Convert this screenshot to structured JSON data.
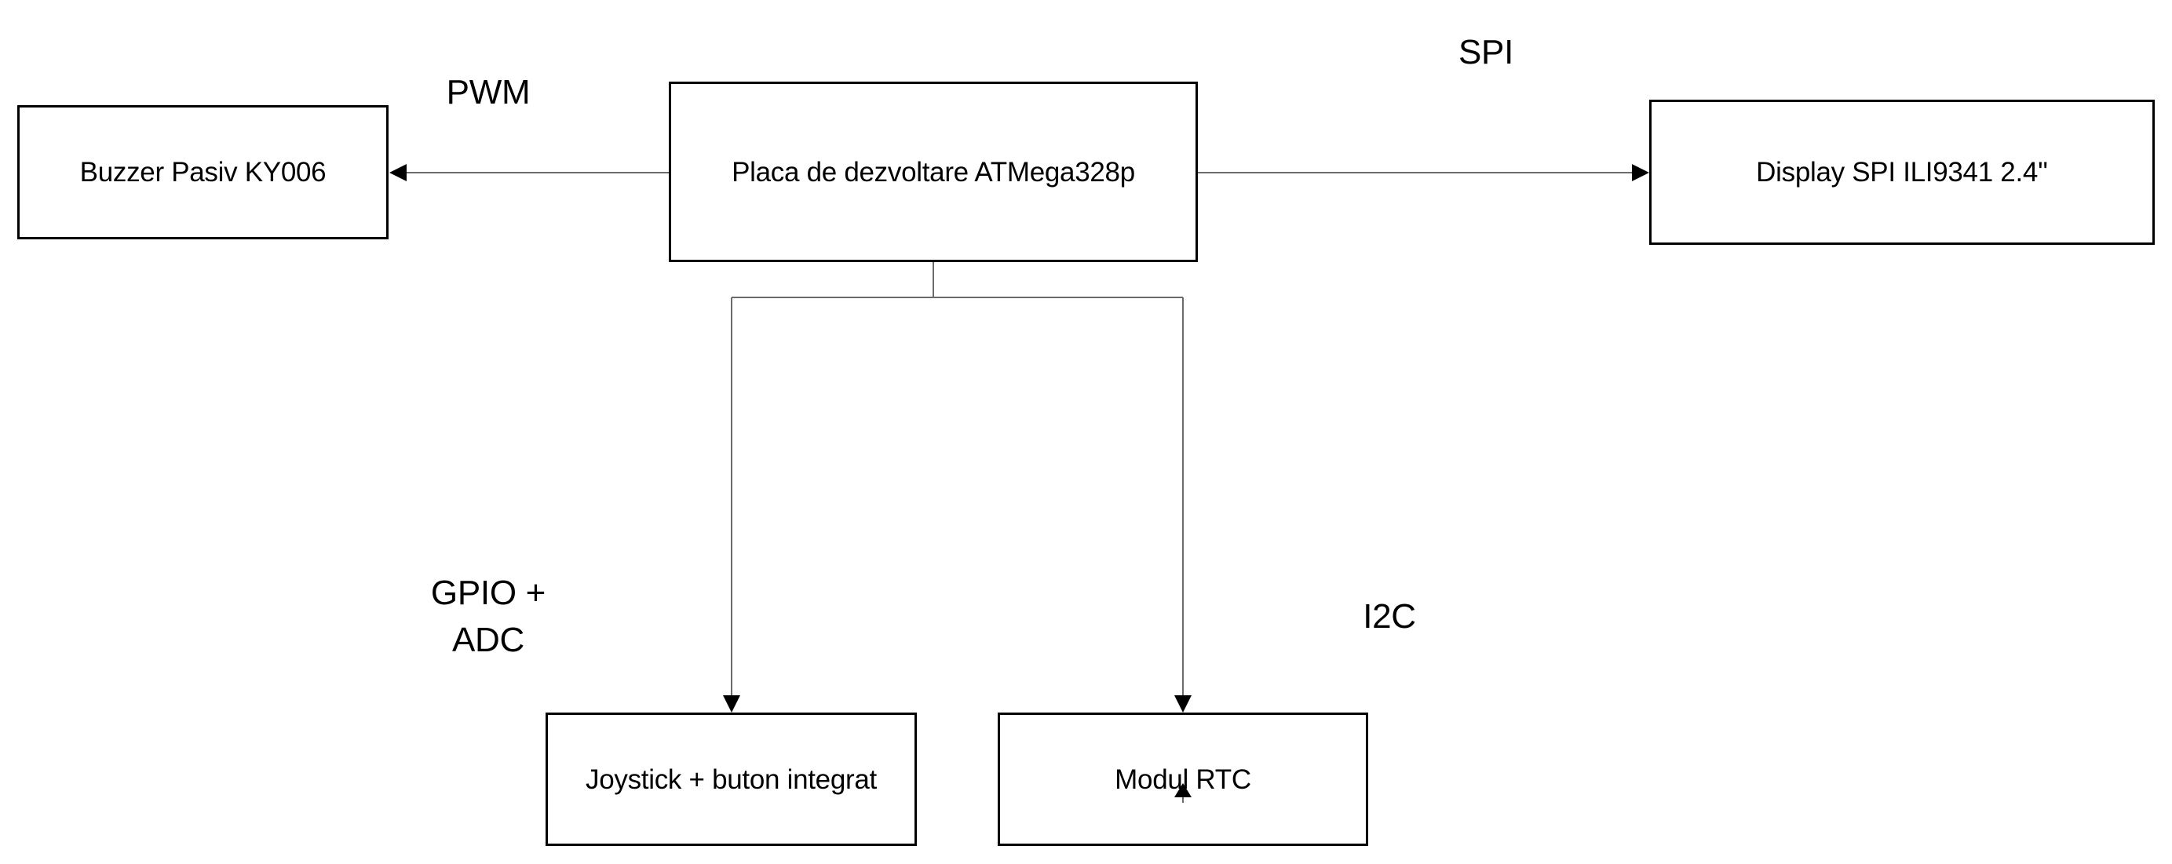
{
  "diagram": {
    "type": "block-diagram",
    "line_color": "#6b6b6b",
    "border_color": "#000000",
    "background": "#ffffff"
  },
  "blocks": {
    "mcu": {
      "label": "Placa de dezvoltare ATMega328p"
    },
    "buzzer": {
      "label": "Buzzer Pasiv KY006"
    },
    "display": {
      "label": "Display SPI ILI9341 2.4''"
    },
    "joystick": {
      "label": "Joystick + buton integrat"
    },
    "rtc": {
      "label": "Modul RTC"
    }
  },
  "connections": {
    "pwm": {
      "label": "PWM",
      "from": "Placa de dezvoltare ATMega328p",
      "to": "Buzzer Pasiv KY006"
    },
    "spi": {
      "label": "SPI",
      "from": "Placa de dezvoltare ATMega328p",
      "to": "Display SPI ILI9341 2.4''"
    },
    "gpio_adc": {
      "label_line1": "GPIO +",
      "label_line2": "ADC",
      "from": "Placa de dezvoltare ATMega328p",
      "to": "Joystick + buton integrat"
    },
    "i2c": {
      "label": "I2C",
      "from": "Placa de dezvoltare ATMega328p",
      "to": "Modul RTC"
    }
  }
}
